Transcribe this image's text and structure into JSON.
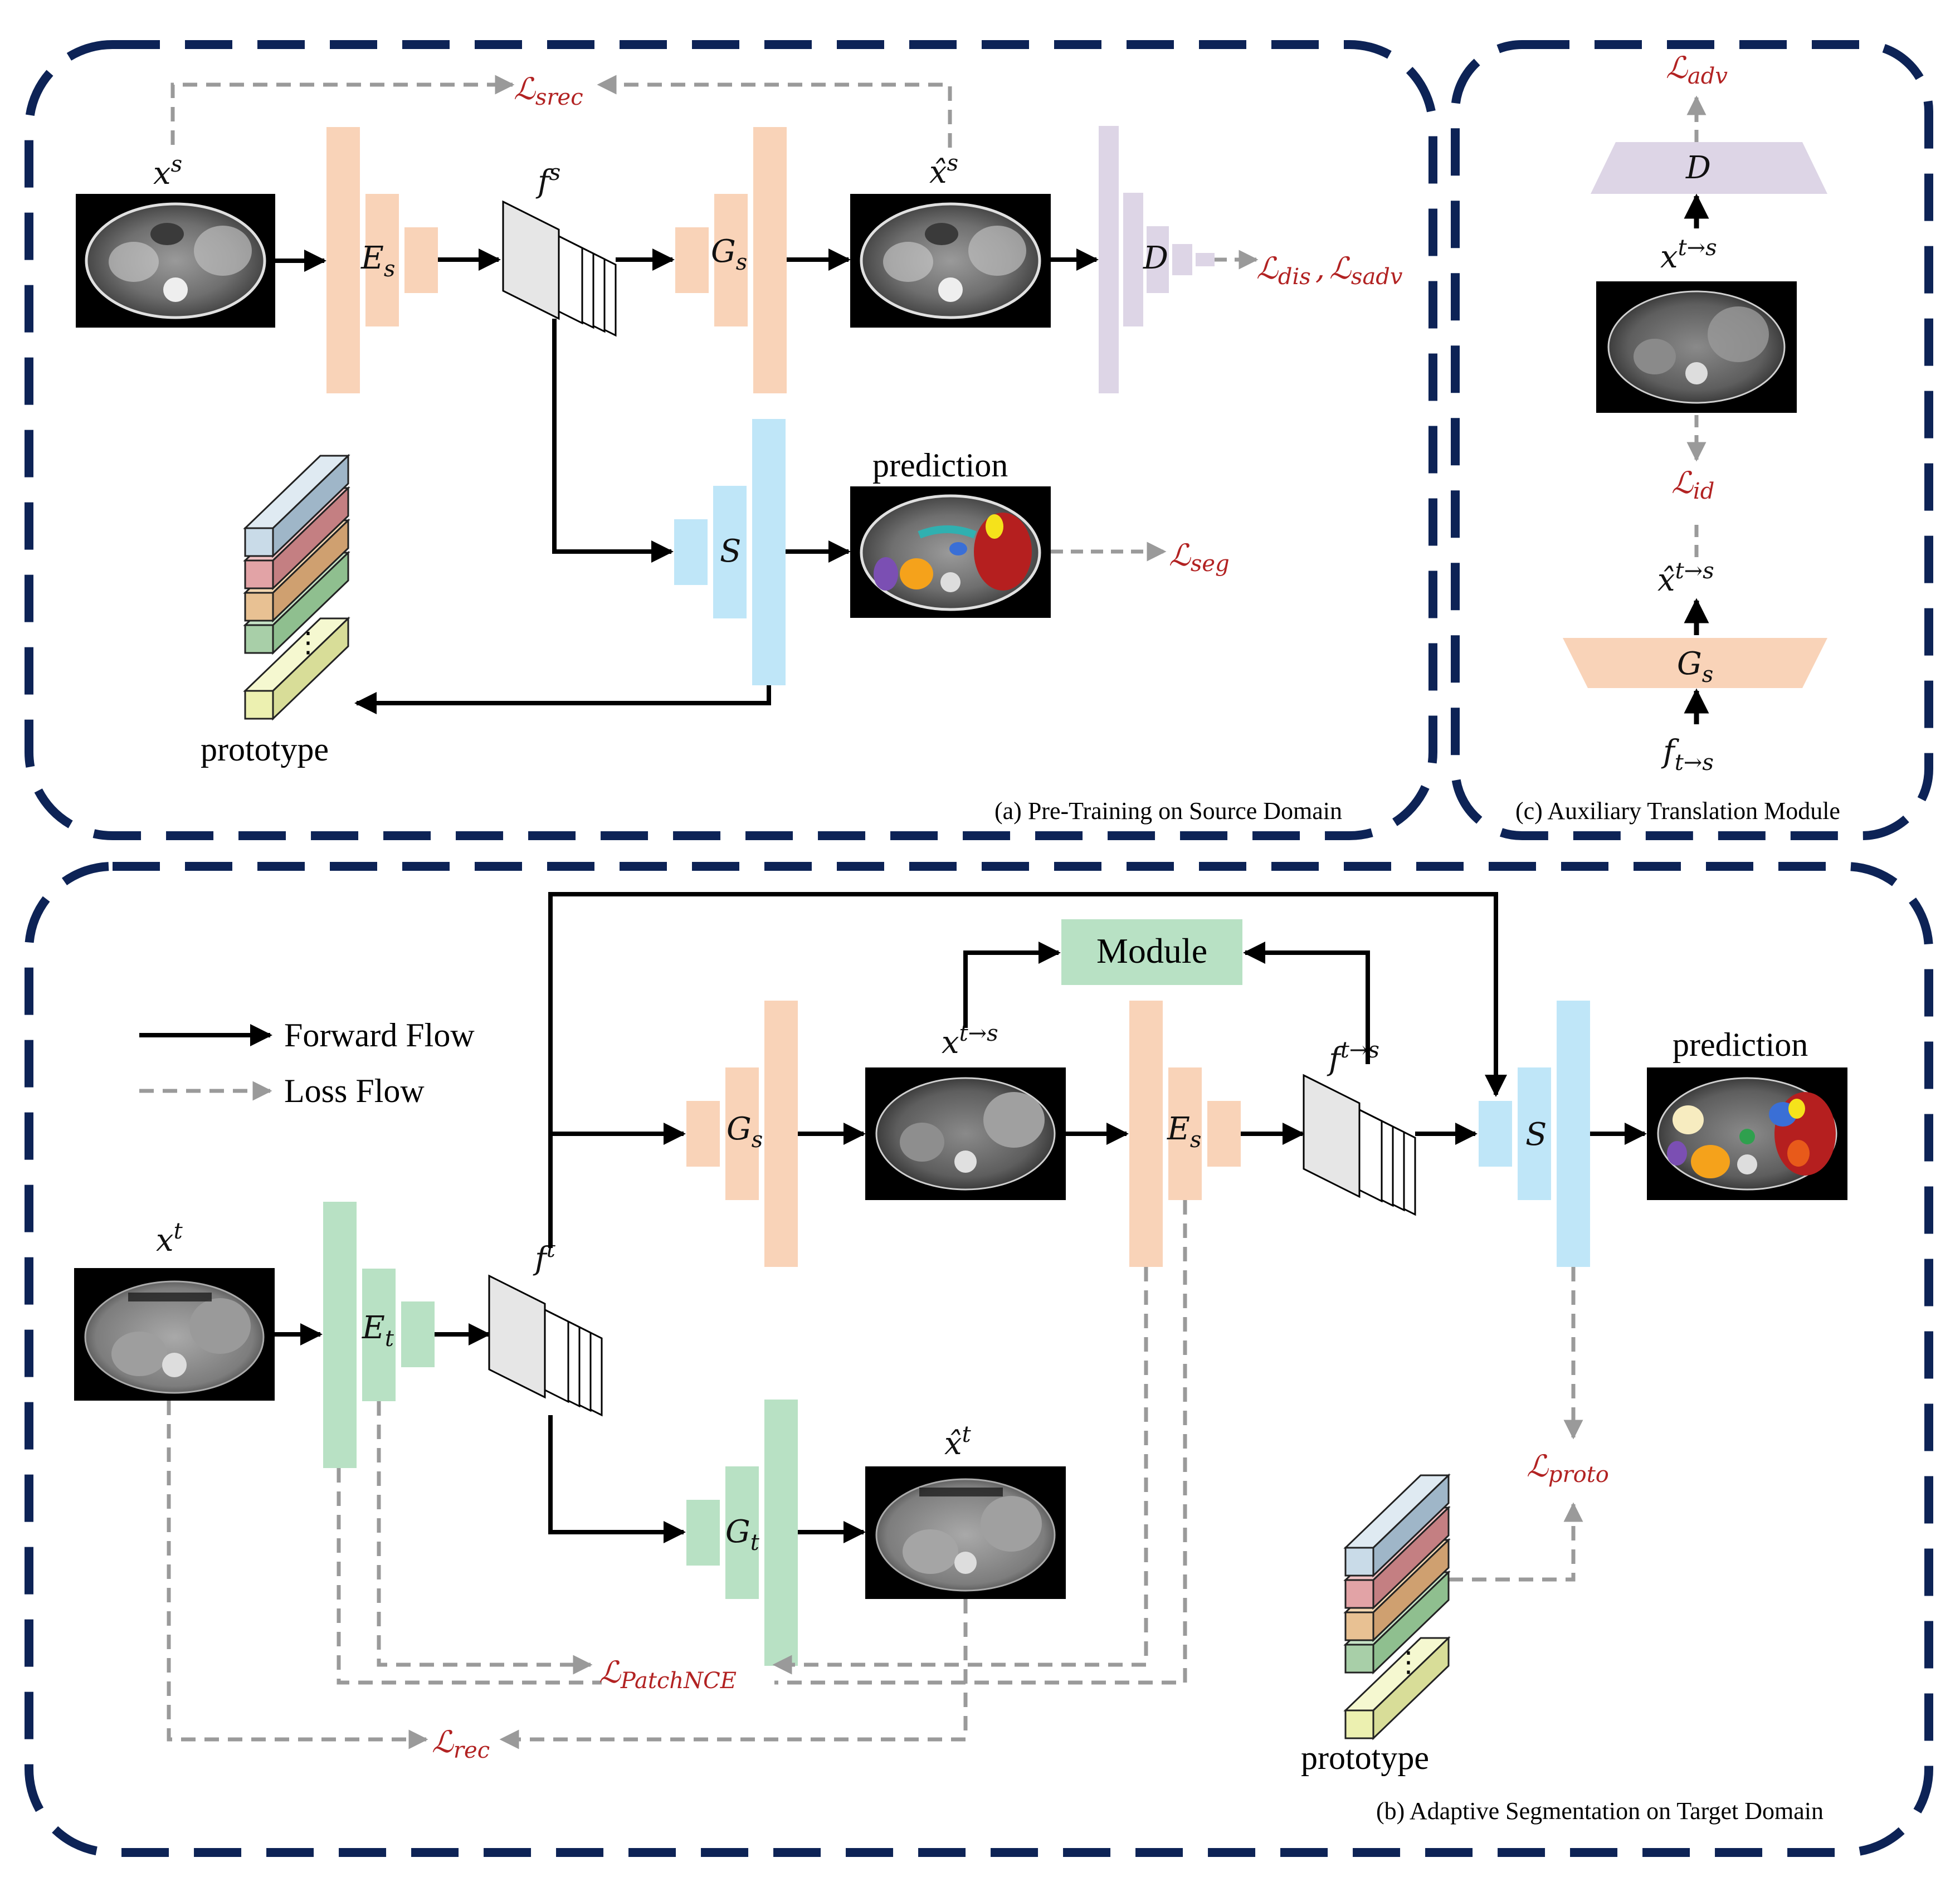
{
  "panels": {
    "a_caption": "(a) Pre-Training on Source Domain",
    "b_caption": "(b) Adaptive Segmentation on Target Domain",
    "c_caption": "(c) Auxiliary Translation Module"
  },
  "legend": {
    "forward": "Forward Flow",
    "loss": "Loss Flow"
  },
  "labels": {
    "prediction": "prediction",
    "prototype": "prototype",
    "module": "Module",
    "vdots": "⋮"
  },
  "math": {
    "xs": "x",
    "xs_sup": "s",
    "fs": "f",
    "fs_sup": "s",
    "xhat_s": "x̂",
    "xhat_s_sup": "s",
    "Es": "E",
    "Es_sub": "s",
    "Gs": "G",
    "Gs_sub": "s",
    "D": "D",
    "S": "S",
    "xt": "x",
    "xt_sup": "t",
    "ft": "f",
    "ft_sup": "t",
    "Et": "E",
    "Et_sub": "t",
    "Gt": "G",
    "Gt_sub": "t",
    "xhat_t": "x̂",
    "xhat_t_sup": "t",
    "xts": "x",
    "xts_sup": "t→s",
    "fts": "f",
    "fts_sup": "t→s",
    "xhat_ts": "x̂",
    "xhat_ts_sup": "t→s",
    "fts_low": "f",
    "fts_low_sub": "t→s"
  },
  "losses": {
    "L": "ℒ",
    "srec": "srec",
    "dis": "dis",
    "comma": ",",
    "sadv": "sadv",
    "seg": "seg",
    "adv": "adv",
    "id": "id",
    "proto": "proto",
    "patchnce": "PatchNCE",
    "rec": "rec"
  },
  "colors": {
    "frame": "#0d2356",
    "orange": "#f9d3b8",
    "lavender": "#ddd5e6",
    "blue": "#bfe6f8",
    "green": "#b8e1c4",
    "loss_red": "#b22222",
    "loss_arrow": "#9a9a9a",
    "proto_colors": [
      "#c9dbe8",
      "#e2a3a6",
      "#e8c193",
      "#a8cfa8",
      "#ecf0b0"
    ]
  },
  "icons": {
    "ct_scan": "ct-scan-image",
    "seg_map": "segmentation-map-image",
    "feature": "feature-map-stack"
  }
}
